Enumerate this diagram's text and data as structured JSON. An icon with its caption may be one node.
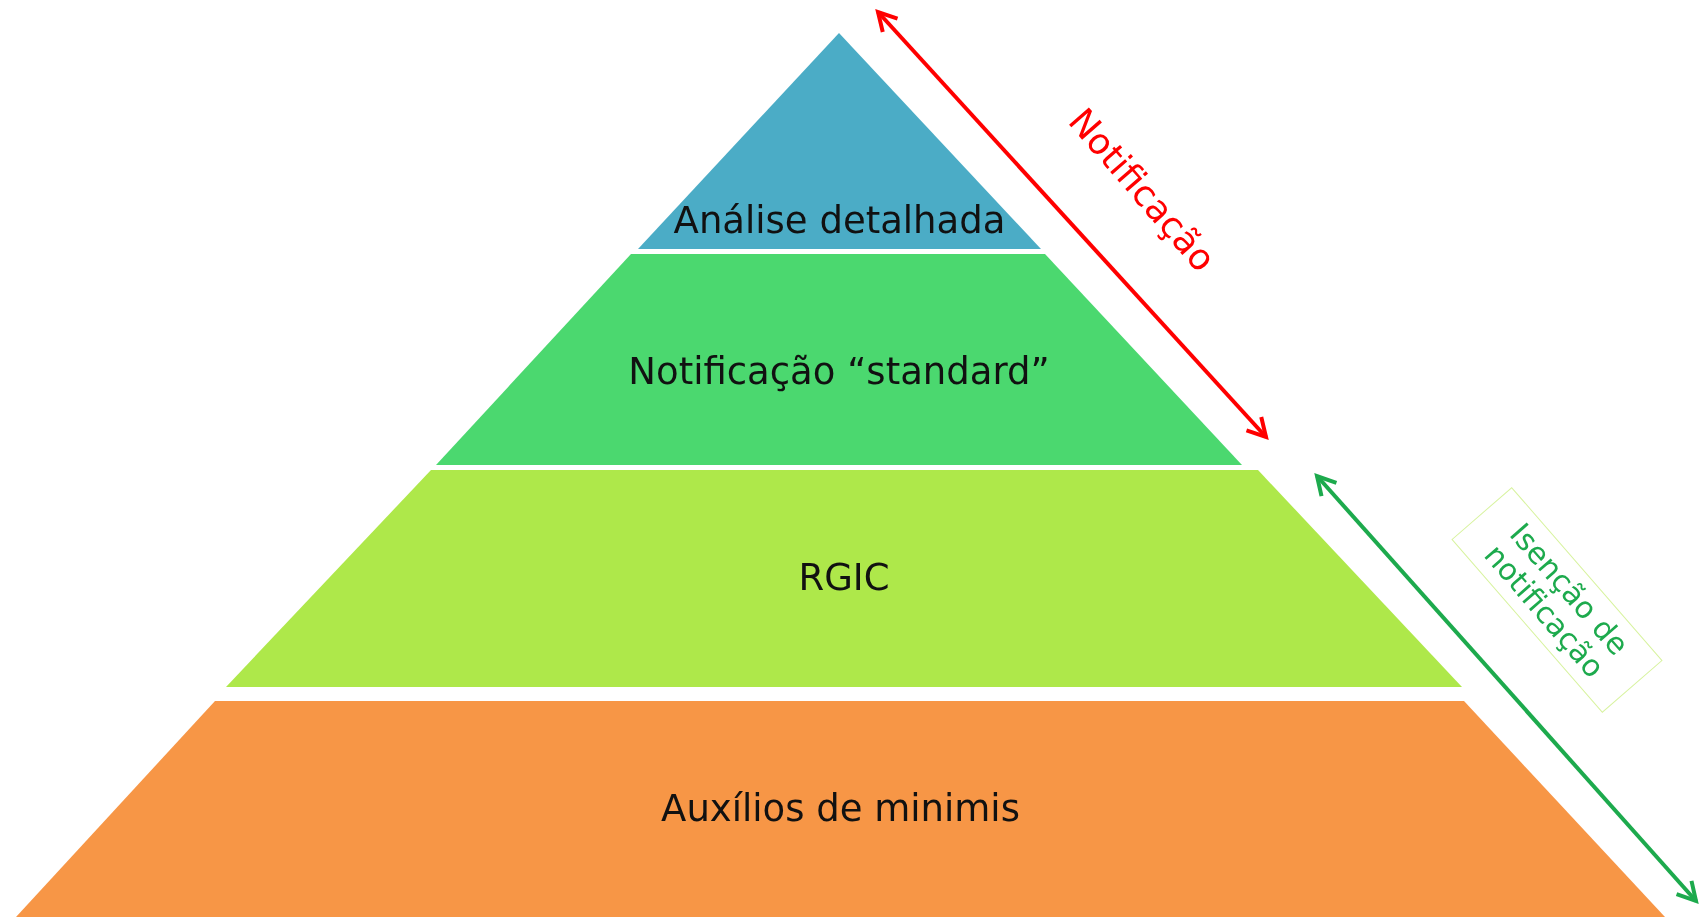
{
  "diagram": {
    "nodes": [
      {
        "text": [
          "Análise detalhada"
        ]
      },
      {
        "text": [
          "Notificação “standard”"
        ]
      },
      {
        "text": [
          "RGIC"
        ]
      },
      {
        "text": [
          "Auxílios de minimis"
        ]
      }
    ],
    "labels": [
      "Notificação",
      "Isenção de notificação"
    ]
  }
}
